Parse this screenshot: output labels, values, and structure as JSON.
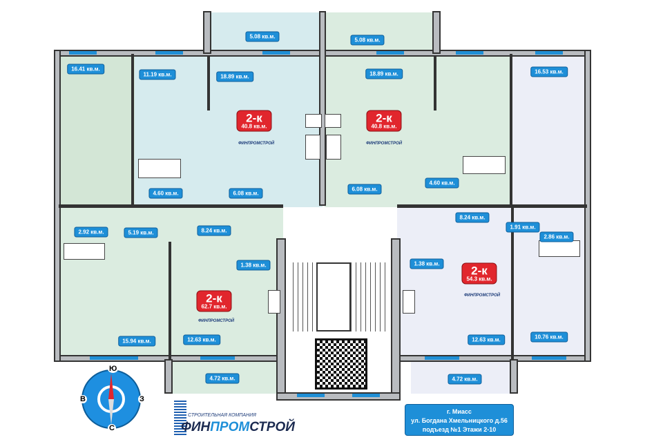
{
  "balconies": [
    "5.08 кв.м.",
    "5.08 кв.м.",
    "4.72 кв.м.",
    "4.72 кв.м."
  ],
  "rooms": {
    "r1": "16.41 кв.м.",
    "r2": "11.19 кв.м.",
    "r3": "18.89 кв.м.",
    "r4": "18.89 кв.м.",
    "r5": "16.53 кв.м.",
    "r6": "4.60 кв.м.",
    "r7": "6.08 кв.м.",
    "r8": "6.08 кв.м.",
    "r9": "4.60 кв.м.",
    "r10": "2.92 кв.м.",
    "r11": "5.19 кв.м.",
    "r12": "8.24 кв.м.",
    "r13": "8.24 кв.м.",
    "r14": "1.91 кв.м.",
    "r15": "2.86 кв.м.",
    "r16": "1.38 кв.м.",
    "r17": "1.38 кв.м.",
    "r18": "15.94 кв.м.",
    "r19": "12.63 кв.м.",
    "r20": "12.63 кв.м.",
    "r21": "10.76 кв.м."
  },
  "apartments": [
    {
      "type": "2-к",
      "area": "40.8 кв.м."
    },
    {
      "type": "2-к",
      "area": "40.8 кв.м."
    },
    {
      "type": "2-к",
      "area": "62.7 кв.м."
    },
    {
      "type": "2-к",
      "area": "54.3 кв.м."
    }
  ],
  "watermark": "ФИНПРОМСТРОЙ",
  "compass": {
    "n": "Ю",
    "s": "С",
    "w": "В",
    "e": "З"
  },
  "logo": {
    "subtitle": "СТРОИТЕЛЬНАЯ КОМПАНИЯ",
    "name_a": "ФИН",
    "name_b": "ПРОМ",
    "name_c": "СТРОЙ"
  },
  "info": {
    "city": "г. Миасс",
    "street": "ул. Богдана Хмельницкого д.56",
    "entrance": "подъезд №1 Этажи 2-10"
  },
  "colors": {
    "blue_room": "#d6ebee",
    "green_room": "#dbece0",
    "lavender_room": "#eceef7",
    "label": "#1e8fd8",
    "badge": "#e1262d"
  }
}
